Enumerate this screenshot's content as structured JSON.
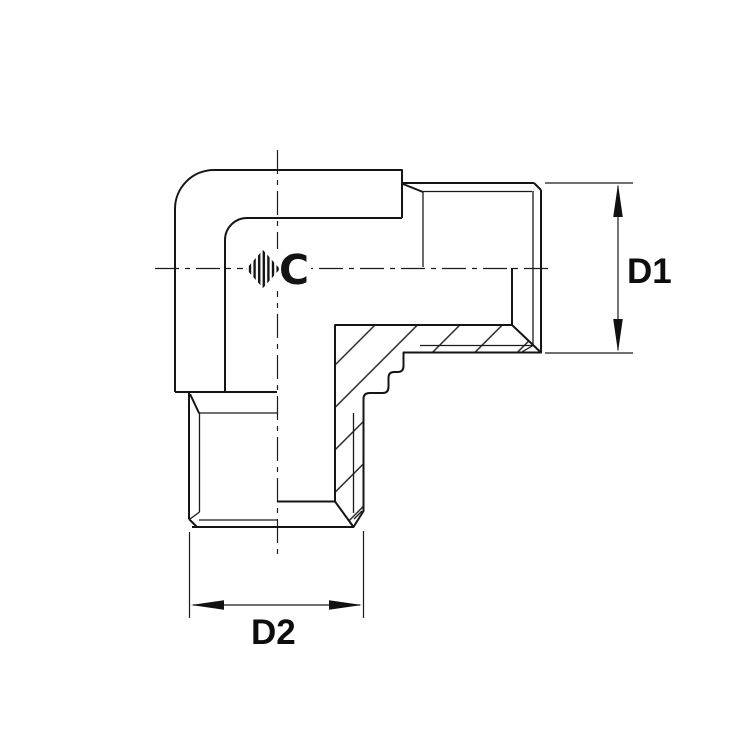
{
  "drawing": {
    "type": "technical-drawing",
    "subject": "90-degree male elbow fitting, partial section view",
    "background_color": "#ffffff",
    "line_color": "#151515",
    "dimensions": {
      "d1": {
        "label": "D1"
      },
      "d2": {
        "label": "D2"
      }
    },
    "logo": {
      "letter": "C"
    }
  }
}
